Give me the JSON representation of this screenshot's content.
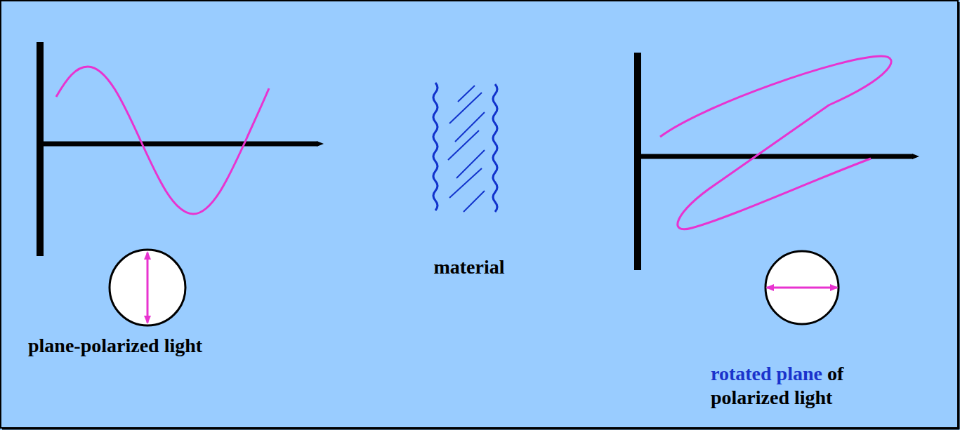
{
  "diagram": {
    "labels": [
      "plane-polarized light",
      "material",
      "rotated plane",
      "of polarized light"
    ]
  }
}
